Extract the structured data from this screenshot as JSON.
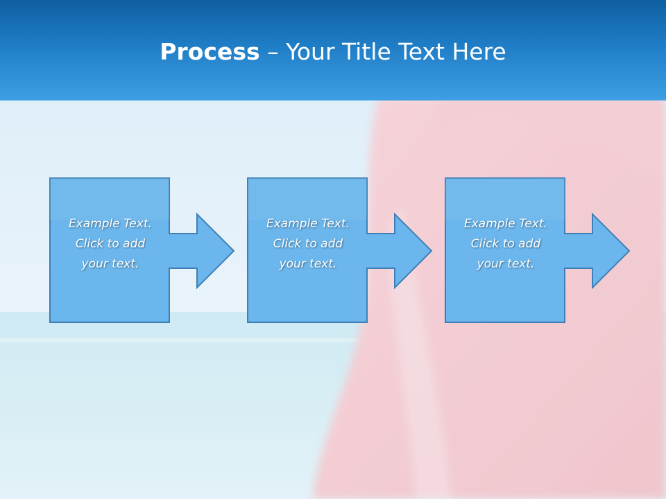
{
  "slide": {
    "title_bold": "Process",
    "title_dash": " – ",
    "title_rest": "Your Title Text Here"
  },
  "steps": [
    {
      "line1": "Example Text.",
      "line2": "Click  to add",
      "line3": "your text."
    },
    {
      "line1": "Example Text.",
      "line2": "Click  to add",
      "line3": "your text."
    },
    {
      "line1": "Example Text.",
      "line2": "Click  to add",
      "line3": "your text."
    }
  ],
  "colors": {
    "header_top": "#0f5fa0",
    "header_bottom": "#3e9fe4",
    "shape_fill": "#6bb6ec",
    "shape_stroke": "#3f7fb7",
    "text": "#ffffff"
  }
}
